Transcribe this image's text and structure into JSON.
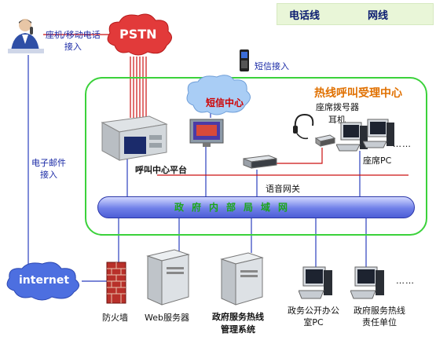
{
  "legend": {
    "phone_line": "电话线",
    "network_line": "网线"
  },
  "center": {
    "title": "热线呼叫受理中心",
    "bus_label": "政府内部局域网"
  },
  "clouds": {
    "pstn": "PSTN",
    "sms": "短信中心",
    "internet": "internet"
  },
  "labels": {
    "fixed_mobile_access": "座机/移动电话\n接入",
    "sms_access": "短信接入",
    "email_access": "电子邮件\n接入",
    "call_center_platform": "呼叫中心平台",
    "agent_dialer": "座席拨号器",
    "headset": "耳机",
    "agent_pc": "座席PC",
    "ellipsis_top": "……",
    "voice_gateway": "语音网关",
    "firewall": "防火墙",
    "web_server": "Web服务器",
    "mgmt_system": "政府服务热线\n管理系统",
    "gov_office_pc": "政务公开办公\n室PC",
    "hotline_unit": "政府服务热线\n责任单位",
    "ellipsis_bottom": "……"
  }
}
